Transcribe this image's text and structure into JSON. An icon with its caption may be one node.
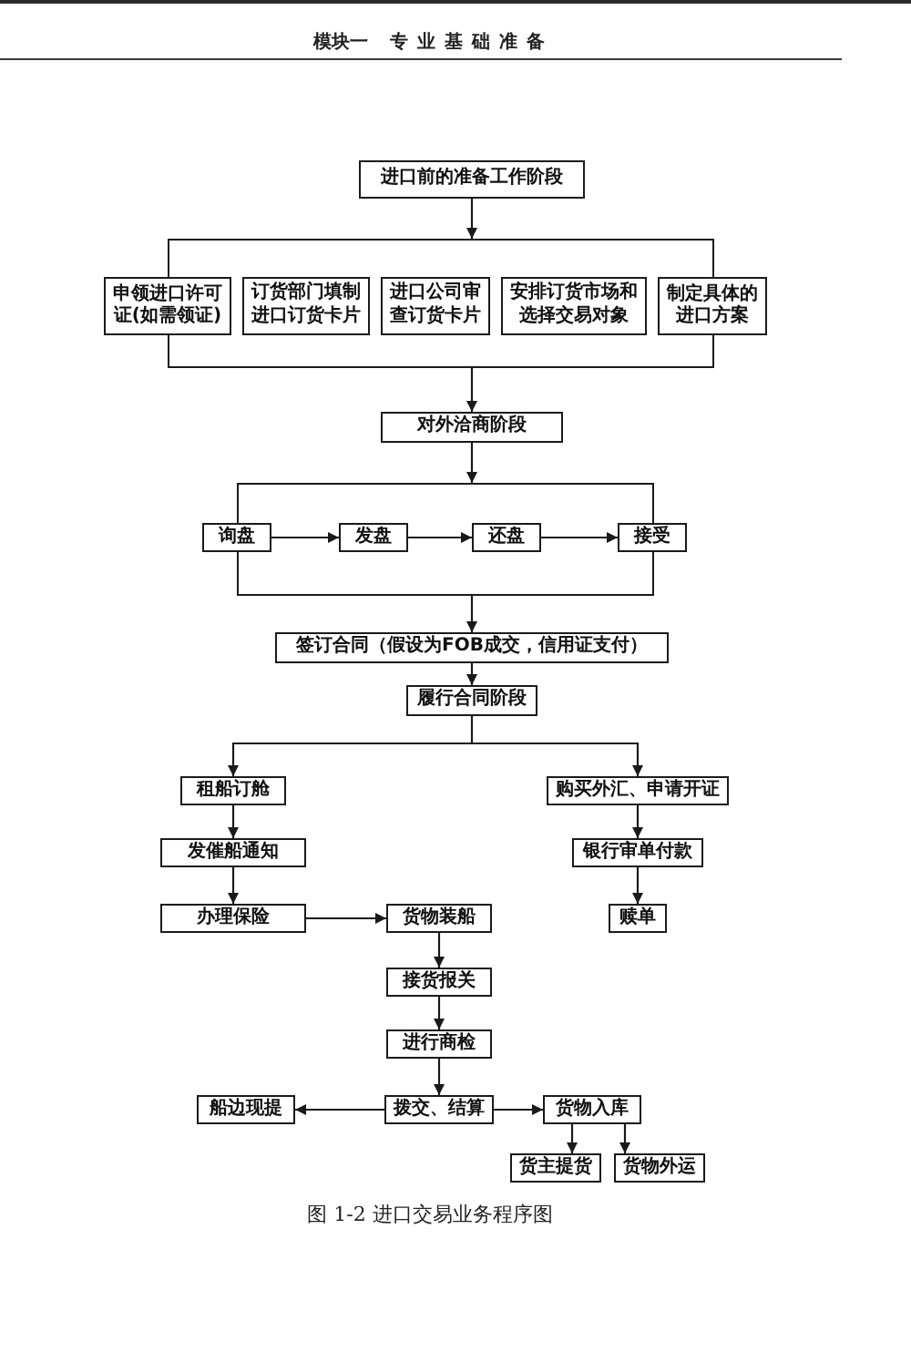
{
  "diagram": {
    "caption": "图 1-2 进口交易业务程序图",
    "nodes": [
      {
        "text": [
          "进口前的准备工作阶段"
        ]
      },
      {
        "text": [],
        "shape": "box"
      },
      {
        "text": [
          "申领进口许可证(如需领证)"
        ]
      },
      {
        "text": [
          "订货部门填制进口订货卡片"
        ],
        "in": 1
      },
      {
        "text": [
          "进口公司审查订货卡片"
        ],
        "in": 1
      },
      {
        "text": [
          "安排订货市场和选择交易对象"
        ],
        "in": 1
      },
      {
        "text": [
          "制定具体的进口方案"
        ]
      },
      {
        "text": [
          "对外洽商阶段"
        ]
      },
      {
        "text": [],
        "shape": "box"
      },
      {
        "text": [
          "询盘"
        ]
      },
      {
        "text": [
          "发盘"
        ],
        "in": 8
      },
      {
        "text": [
          "还盘"
        ],
        "in": 8
      },
      {
        "text": [
          "接受"
        ]
      },
      {
        "text": [
          "签订合同（假设为FOB成交，信用证支付）"
        ]
      },
      {
        "text": [
          "履行合同阶段"
        ]
      },
      {
        "text": [
          "租船订舱"
        ]
      },
      {
        "text": [
          "购买外汇、申请开证"
        ]
      },
      {
        "text": [
          "发催船通知"
        ]
      },
      {
        "text": [
          "银行审单付款"
        ]
      },
      {
        "text": [
          "办理保险"
        ]
      },
      {
        "text": [
          "货物装船"
        ]
      },
      {
        "text": [
          "赎单"
        ]
      },
      {
        "text": [
          "接货报关"
        ]
      },
      {
        "text": [
          "进行商检"
        ]
      },
      {
        "text": [
          "船边现提"
        ]
      },
      {
        "text": [
          "拨交、结算"
        ]
      },
      {
        "text": [
          "货物入库"
        ]
      },
      {
        "text": [
          "货主提货"
        ]
      },
      {
        "text": [
          "货物外运"
        ]
      }
    ],
    "edges": [
      {
        "from": 0,
        "to": 1,
        "arrow": "to"
      },
      {
        "from": 1,
        "to": 7,
        "arrow": "to"
      },
      {
        "from": 7,
        "to": 8,
        "arrow": "to"
      },
      {
        "from": 9,
        "to": 10,
        "arrow": "to"
      },
      {
        "from": 10,
        "to": 11,
        "arrow": "to"
      },
      {
        "from": 11,
        "to": 12,
        "arrow": "to"
      },
      {
        "from": 8,
        "to": 13,
        "arrow": "to"
      },
      {
        "from": 13,
        "to": 14,
        "arrow": "to"
      },
      {
        "from": 14,
        "to": 15,
        "arrow": "to"
      },
      {
        "from": 14,
        "to": 16,
        "arrow": "to"
      },
      {
        "from": 15,
        "to": 17,
        "arrow": "to"
      },
      {
        "from": 17,
        "to": 19,
        "arrow": "to"
      },
      {
        "from": 19,
        "to": 20,
        "arrow": "to"
      },
      {
        "from": 20,
        "to": 22,
        "arrow": "to"
      },
      {
        "from": 22,
        "to": 23,
        "arrow": "to"
      },
      {
        "from": 23,
        "to": 25,
        "arrow": "to"
      },
      {
        "from": 25,
        "to": 24,
        "arrow": "to"
      },
      {
        "from": 25,
        "to": 26,
        "arrow": "to"
      },
      {
        "from": 26,
        "to": 27,
        "arrow": "to"
      },
      {
        "from": 26,
        "to": 28,
        "arrow": "to"
      },
      {
        "from": 16,
        "to": 18,
        "arrow": "to"
      },
      {
        "from": 18,
        "to": 21,
        "arrow": "to"
      }
    ],
    "labels": [
      "模块一",
      "专业基础准备"
    ]
  }
}
